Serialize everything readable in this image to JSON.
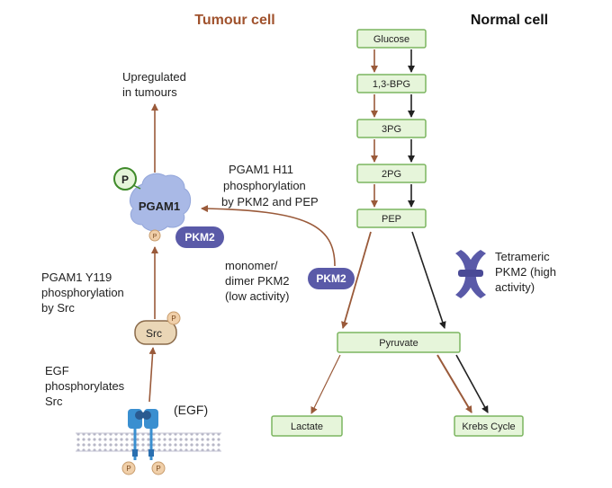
{
  "headers": {
    "tumour": "Tumour cell",
    "normal": "Normal cell"
  },
  "colors": {
    "tumour_header": "#a0522d",
    "arrow_brown": "#9a5a3a",
    "arrow_black": "#222222",
    "box_fill": "#e6f5da",
    "box_stroke": "#7cb560",
    "pkm2_fill": "#5a5aa8",
    "pgam1_fill": "#a9b9e6",
    "src_fill": "#ead6b6",
    "phospho_fill": "#f0cfa9",
    "p_circle_fill": "#e6f5da",
    "p_circle_stroke": "#3f8a2a"
  },
  "pathway": {
    "glucose": "Glucose",
    "bpg": "1,3-BPG",
    "pg3": "3PG",
    "pg2": "2PG",
    "pep": "PEP",
    "pyruvate": "Pyruvate",
    "lactate": "Lactate",
    "krebs": "Krebs Cycle"
  },
  "labels": {
    "upregulated": [
      "Upregulated",
      "in tumours"
    ],
    "pgam1_h11": [
      "PGAM1 H11",
      "phosphorylation",
      "by PKM2 and PEP"
    ],
    "monomer": [
      "monomer/",
      "dimer PKM2",
      "(low activity)"
    ],
    "tetrameric": [
      "Tetrameric",
      "PKM2 (high",
      "activity)"
    ],
    "pgam1_y119": [
      "PGAM1 Y119",
      "phosphorylation",
      "by Src"
    ],
    "egf_phos": [
      "EGF",
      "phosphorylates",
      "Src"
    ],
    "egf": "(EGF)"
  },
  "proteins": {
    "pgam1": "PGAM1",
    "pkm2": "PKM2",
    "src": "Src",
    "p": "P"
  }
}
